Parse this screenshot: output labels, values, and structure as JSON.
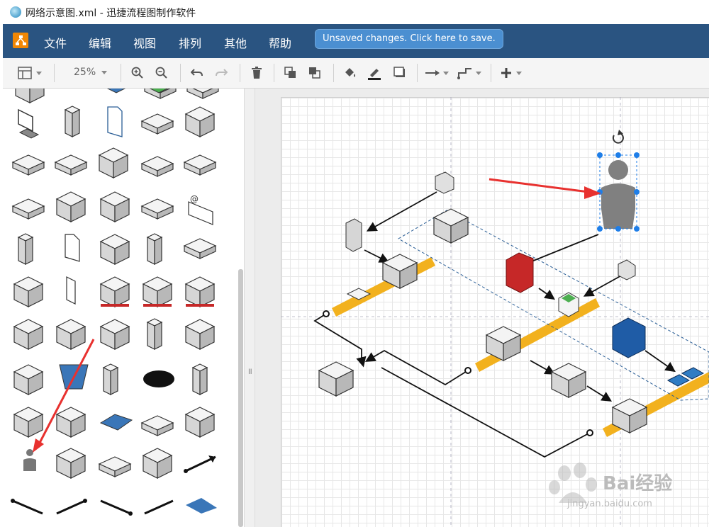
{
  "window": {
    "title": "网络示意图.xml - 迅捷流程图制作软件"
  },
  "menubar": {
    "items": [
      {
        "label": "文件"
      },
      {
        "label": "编辑"
      },
      {
        "label": "视图"
      },
      {
        "label": "排列"
      },
      {
        "label": "其他"
      },
      {
        "label": "帮助"
      }
    ],
    "save_notice": "Unsaved changes. Click here to save."
  },
  "toolbar": {
    "zoom": "25%",
    "buttons": [
      "format-panel-icon",
      "zoom-in-icon",
      "zoom-out-icon",
      "undo-icon",
      "redo-icon",
      "delete-icon",
      "to-front-icon",
      "to-back-icon",
      "fill-color-icon",
      "line-color-icon",
      "shadow-icon",
      "connection-icon",
      "waypoints-icon",
      "insert-icon"
    ]
  },
  "colors": {
    "menubar": "#2a5481",
    "accent": "#f08705",
    "save_button": "#4b8fd1",
    "selection": "#1e7ee8",
    "annotation_arrow": "#e8312f",
    "flow_band": "#f2b11e"
  },
  "watermark": {
    "brand": "Bai经验",
    "url": "jingyan.baidu.com"
  }
}
